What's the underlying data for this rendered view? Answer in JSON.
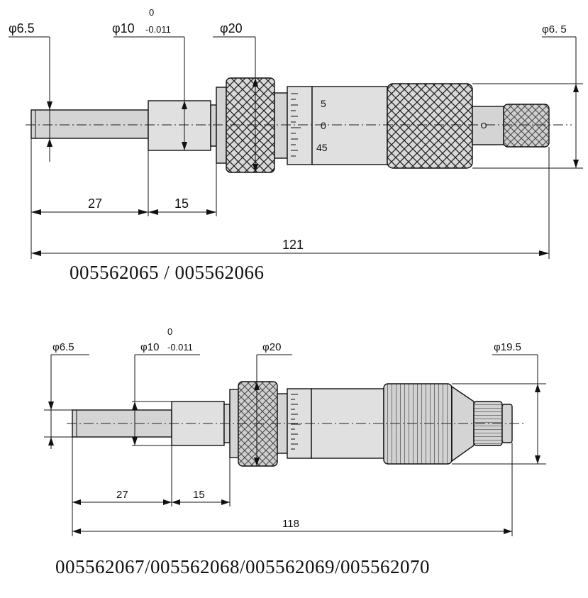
{
  "top": {
    "dia_tip": "φ6.5",
    "dia_spindle_main": "φ10",
    "dia_spindle_upper": "0",
    "dia_spindle_lower": "-0.011",
    "dia_nut": "φ20",
    "dia_right": "φ6. 5",
    "len_a": "27",
    "len_b": "15",
    "len_total": "121",
    "scale_5": "5",
    "scale_0": "0",
    "scale_45": "45",
    "part_numbers": "005562065 / 005562066"
  },
  "bottom": {
    "dia_tip": "φ6.5",
    "dia_spindle_main": "φ10",
    "dia_spindle_upper": "0",
    "dia_spindle_lower": "-0.011",
    "dia_nut": "φ20",
    "dia_right": "φ19.5",
    "len_a": "27",
    "len_b": "15",
    "len_total": "118",
    "part_numbers": "005562067/005562068/005562069/005562070"
  }
}
